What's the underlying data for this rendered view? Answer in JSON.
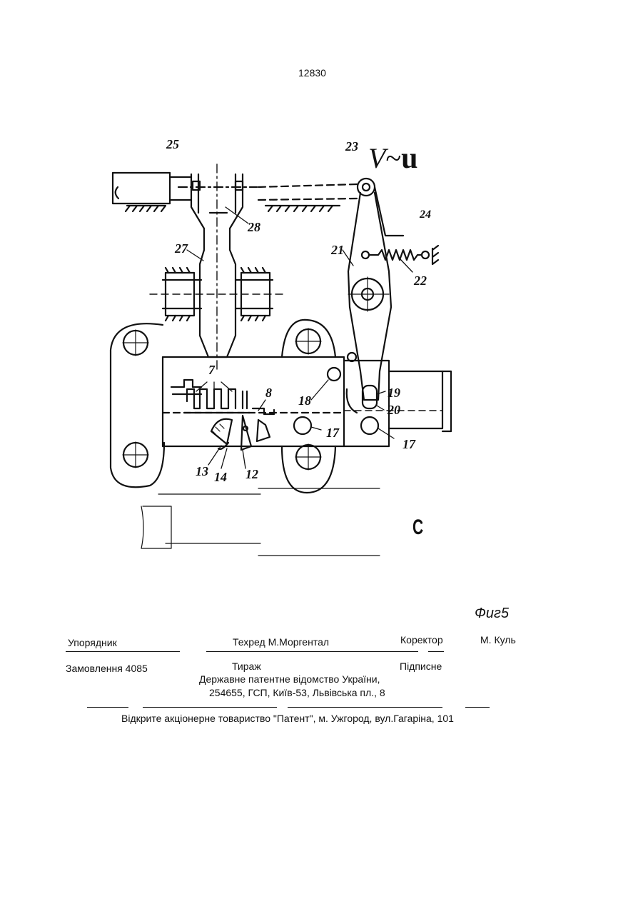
{
  "page_number": "12830",
  "figure": {
    "caption": "Фиг5",
    "reference_labels": [
      "25",
      "23",
      "24",
      "28",
      "27",
      "21",
      "22",
      "7",
      "8",
      "18",
      "19",
      "20",
      "17",
      "17",
      "13",
      "14",
      "12"
    ],
    "v_mark": "V",
    "v_tilde": "~",
    "u_mark": "u",
    "c_mark": "C"
  },
  "footer": {
    "compiler_label": "Упорядник",
    "techred": "Техред М.Моргентал",
    "corrector_label": "Коректор",
    "corrector_name": "М. Куль",
    "order": "Замовлення 4085",
    "circulation": "Тираж",
    "signed": "Підписне",
    "office_line1": "Державне патентне відомство України,",
    "office_line2": "254655, ГСП, Київ-53, Львівська пл., 8",
    "publisher": "Відкрите акціонерне товариство \"Патент\", м. Ужгород, вул.Гагаріна, 101"
  }
}
